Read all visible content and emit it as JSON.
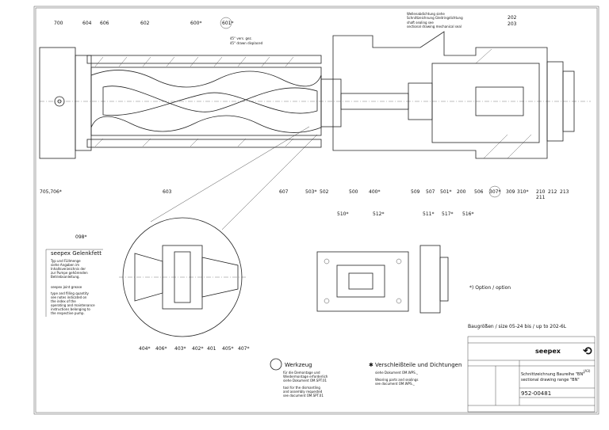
{
  "drawing": {
    "top_labels": [
      "700",
      "604",
      "606",
      "602",
      "600*",
      "601*",
      "202",
      "203"
    ],
    "angle_note": [
      "45° vers. gez.",
      "45° drawn displaced"
    ],
    "seal_note": [
      "Wellenabdichtung siehe",
      "Schnittzeichnung Gleitringdichtung",
      "shaft sealing see",
      "sectional drawing mechanical seal"
    ],
    "bottom_labels": [
      "705,706*",
      "603",
      "607",
      "503*",
      "502",
      "500",
      "400*",
      "509",
      "507",
      "501*",
      "200",
      "506",
      "307*",
      "309",
      "310*",
      "210",
      "211",
      "212",
      "213"
    ],
    "mid_labels": [
      "510*",
      "512*",
      "511*",
      "517*",
      "516*",
      "098*"
    ],
    "detail_labels": [
      "404*",
      "406*",
      "403*",
      "402*",
      "401",
      "405*",
      "407*"
    ]
  },
  "grease_note": {
    "title": "seepex Gelenkfett",
    "de": [
      "Typ und Füllmenge",
      "siehe Angaben im",
      "Inhaltsverzeichnis der",
      "zur Pumpe gehörenden",
      "Betriebsanleitung."
    ],
    "en_title": "seepex joint grease",
    "en": [
      "type and filling quantity",
      "see notes indicated on",
      "the index of the",
      "operating and maintenance",
      "instructions belonging to",
      "the respective pump."
    ]
  },
  "tool_note": {
    "title": "Werkzeug",
    "de": [
      "für die Demontage und",
      "Wiedermontage erforderlich",
      "siehe Dokument OM.SPT.01"
    ],
    "en": [
      "tool for the dismantling",
      "and assembly requested",
      "see document OM.SPT.01"
    ]
  },
  "wear_note": {
    "title": "Verschleißteile und Dichtungen",
    "de": [
      "siehe Dokument OM.WPS._"
    ],
    "en": [
      "Wearing parts and sealings",
      "see document OM.WPS._"
    ]
  },
  "option_note": "*) Option / option",
  "sizes_note": "Baugrößen / size 05-24 bis / up to 202-6L",
  "title_block": {
    "brand": "seepex",
    "title_de": "Schnittzeichnung Baureihe \"BN\"",
    "title_en": "sectional drawing range \"BN\"",
    "drawing_number": "952-00481",
    "format": "(A3)"
  }
}
